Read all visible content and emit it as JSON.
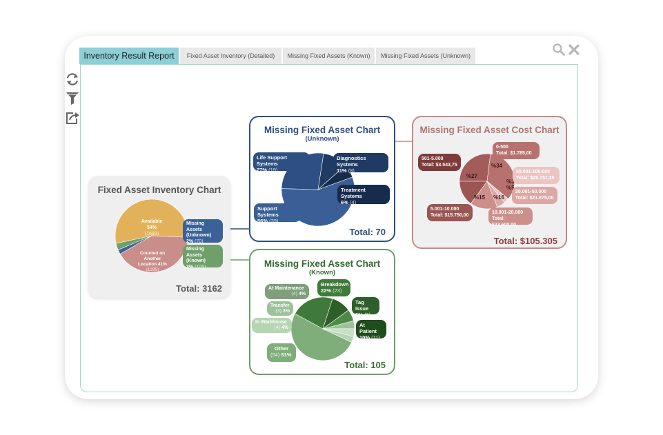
{
  "tabs": [
    {
      "label": "Inventory Result Report"
    },
    {
      "label": "Fixed Asset Inventory (Detailed)"
    },
    {
      "label": "Missing Fixed Assets (Known)"
    },
    {
      "label": "Missing Fixed Assets (Unknown)"
    }
  ],
  "icons": {
    "search": "search-icon",
    "close": "close-icon",
    "refresh": "refresh-icon",
    "filter": "filter-icon",
    "export": "export-icon"
  },
  "colors": {
    "tab_active": "#8ccfd6",
    "inventory": [
      "#e2b25a",
      "#c98d8a",
      "#3b6199",
      "#6fa06a"
    ],
    "unknown_border": "#2d4f82",
    "known_border": "#6a9f67",
    "cost_border": "#c48a88"
  },
  "inventory_chart": {
    "title": "Fixed Asset Inventory Chart",
    "total": "Total: 3162",
    "labels": {
      "available_name": "Available",
      "available_pct": "54%",
      "available_count": "(1692)",
      "counted_name_1": "Counted on Another",
      "counted_name_2": "Location 41%",
      "counted_count": "(1295)",
      "unknown_name_1": "Missing Assets",
      "unknown_name_2": "(Unknown)",
      "unknown_pct": "2%",
      "unknown_count": "(70)",
      "known_name_1": "Missing Assets",
      "known_name_2": "(Known)",
      "known_pct": "3%",
      "known_count": "(105)"
    }
  },
  "unknown_chart": {
    "title": "Missing Fixed Asset Chart",
    "subtitle": "(Unknown)",
    "total": "Total: 70",
    "labels": {
      "life_name": "Life Support Systems",
      "life_pct": "27%",
      "life_count": "(19)",
      "diag_name": "Diagnostics Systems",
      "diag_pct": "11%",
      "diag_count": "(8)",
      "treat_name": "Treatment Systems",
      "treat_pct": "6%",
      "treat_count": "(4)",
      "support_name": "Support Systems",
      "support_pct": "56%",
      "support_count": "(39)"
    }
  },
  "known_chart": {
    "title": "Missing Fixed Asset Chart",
    "subtitle": "(Known)",
    "total": "Total: 105",
    "labels": {
      "maint_name": "At Maintenance",
      "maint_count": "(4)",
      "maint_pct": "4%",
      "break_name": "Breakdown",
      "break_pct": "22%",
      "break_count": "(23)",
      "tag_name": "Tag Issue",
      "tag_pct": "6%",
      "tag_count": "(6)",
      "patient_name": "At Patient",
      "patient_pct": "10%",
      "patient_count": "(11)",
      "transfer_name": "Transfer",
      "transfer_count": "(3)",
      "transfer_pct": "3%",
      "warehouse_name": "In Warehouse",
      "warehouse_count": "(4)",
      "warehouse_pct": "4%",
      "other_name": "Other",
      "other_count": "(54)",
      "other_pct": "51%"
    }
  },
  "cost_chart": {
    "title": "Missing Fixed Asset Cost Chart",
    "total": "Total: $105.305",
    "labels": {
      "r1_range": "501-5.000",
      "r1_total": "Total: $3.543,75",
      "r2_range": "0-500",
      "r2_total": "Total: $1.785,00",
      "r3_range": "50.001-100.000",
      "r3_total": "Total: $28.751,25",
      "r4_range": "20.001-50.000",
      "r4_total": "Total: $21.875,00",
      "r5_range": "10.001-20.000",
      "r5_total": "Total: $33.600,00",
      "r6_range": "5.001-10.000",
      "r6_total": "Total: $15.750,00"
    },
    "slice_labels": {
      "p27": "%27",
      "p34": "%34",
      "p3": "%3",
      "p5": "%5",
      "p15": "%15",
      "p16": "%16"
    }
  },
  "chart_data": [
    {
      "type": "pie",
      "title": "Fixed Asset Inventory Chart",
      "categories": [
        "Available",
        "Counted on Another Location",
        "Missing Assets (Unknown)",
        "Missing Assets (Known)"
      ],
      "values": [
        1692,
        1295,
        70,
        105
      ],
      "percents": [
        54,
        41,
        2,
        3
      ]
    },
    {
      "type": "pie",
      "title": "Missing Fixed Asset Chart (Unknown)",
      "categories": [
        "Support Systems",
        "Life Support Systems",
        "Diagnostics Systems",
        "Treatment Systems"
      ],
      "values": [
        39,
        19,
        8,
        4
      ],
      "percents": [
        56,
        27,
        11,
        6
      ]
    },
    {
      "type": "pie",
      "title": "Missing Fixed Asset Chart (Known)",
      "categories": [
        "Other",
        "Breakdown",
        "At Patient",
        "Tag Issue",
        "At Maintenance",
        "In Warehouse",
        "Transfer"
      ],
      "values": [
        54,
        23,
        11,
        6,
        4,
        4,
        3
      ],
      "percents": [
        51,
        22,
        10,
        6,
        4,
        4,
        3
      ]
    },
    {
      "type": "pie",
      "title": "Missing Fixed Asset Cost Chart",
      "categories": [
        "501-5.000",
        "0-500",
        "50.001-100.000",
        "20.001-50.000",
        "10.001-20.000",
        "5.001-10.000"
      ],
      "values": [
        3543.75,
        1785.0,
        28751.25,
        21875.0,
        33600.0,
        15750.0
      ],
      "percents": [
        27,
        34,
        3,
        5,
        16,
        15
      ]
    }
  ]
}
